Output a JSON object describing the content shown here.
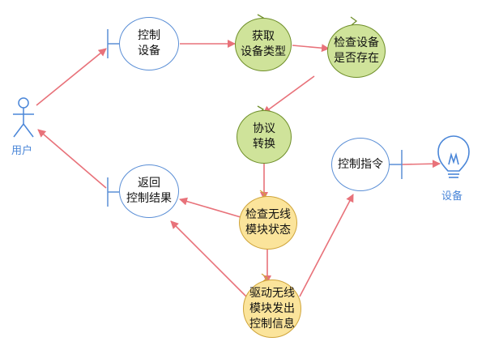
{
  "colors": {
    "arrow": "#e8727a",
    "boundary_stroke": "#5b8fd6",
    "green_fill": "#cfe39a",
    "green_stroke": "#6f8f2a",
    "yellow_fill": "#fbe49b",
    "yellow_stroke": "#cfa43a",
    "actor_text": "#4a86d8"
  },
  "actor": {
    "label": "用户",
    "icon": "stick-figure-icon"
  },
  "device": {
    "label": "设备",
    "icon": "light-bulb-icon"
  },
  "nodes": {
    "control_device": "控制\n设备",
    "get_device_type": "获取\n设备类型",
    "check_device_exists": "检查设备\n是否存在",
    "protocol_convert": "协议\n转换",
    "return_result": "返回\n控制结果",
    "control_command": "控制指令",
    "check_wireless_status": "检查无线\n模块状态",
    "drive_wireless_send": "驱动无线\n模块发出\n控制信息"
  }
}
